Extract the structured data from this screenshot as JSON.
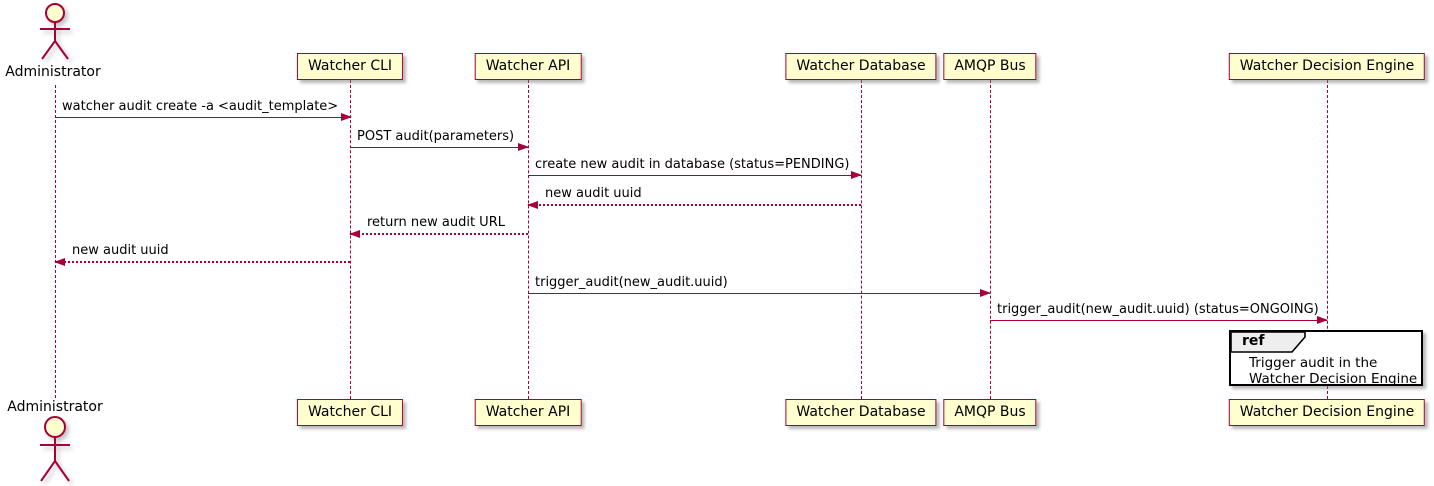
{
  "diagram_type": "sequence",
  "colors": {
    "line": "#A80036",
    "participant_fill": "#FEFECE",
    "participant_border": "#A80036",
    "text": "#000000",
    "ref_border": "#000000",
    "ref_tab_fill": "#EEEEEE",
    "background": "#FFFFFF"
  },
  "participants": [
    {
      "name": "Administrator",
      "kind": "actor"
    },
    {
      "name": "Watcher CLI",
      "kind": "participant"
    },
    {
      "name": "Watcher API",
      "kind": "participant"
    },
    {
      "name": "Watcher Database",
      "kind": "participant"
    },
    {
      "name": "AMQP Bus",
      "kind": "participant"
    },
    {
      "name": "Watcher Decision Engine",
      "kind": "participant"
    }
  ],
  "messages": [
    {
      "from": "Administrator",
      "to": "Watcher CLI",
      "label": "watcher audit create -a <audit_template>",
      "style": "solid"
    },
    {
      "from": "Watcher CLI",
      "to": "Watcher API",
      "label": "POST audit(parameters)",
      "style": "solid"
    },
    {
      "from": "Watcher API",
      "to": "Watcher Database",
      "label": "create new audit in database (status=PENDING)",
      "style": "solid"
    },
    {
      "from": "Watcher Database",
      "to": "Watcher API",
      "label": "new audit uuid",
      "style": "dashed"
    },
    {
      "from": "Watcher API",
      "to": "Watcher CLI",
      "label": "return new audit URL",
      "style": "dashed"
    },
    {
      "from": "Watcher CLI",
      "to": "Administrator",
      "label": "new audit uuid",
      "style": "dashed"
    },
    {
      "from": "Watcher API",
      "to": "AMQP Bus",
      "label": "trigger_audit(new_audit.uuid)",
      "style": "solid"
    },
    {
      "from": "AMQP Bus",
      "to": "Watcher Decision Engine",
      "label": "trigger_audit(new_audit.uuid) (status=ONGOING)",
      "style": "solid"
    }
  ],
  "ref": {
    "keyword": "ref",
    "line1": "Trigger audit in the",
    "line2": "Watcher Decision Engine",
    "over": "Watcher Decision Engine"
  }
}
